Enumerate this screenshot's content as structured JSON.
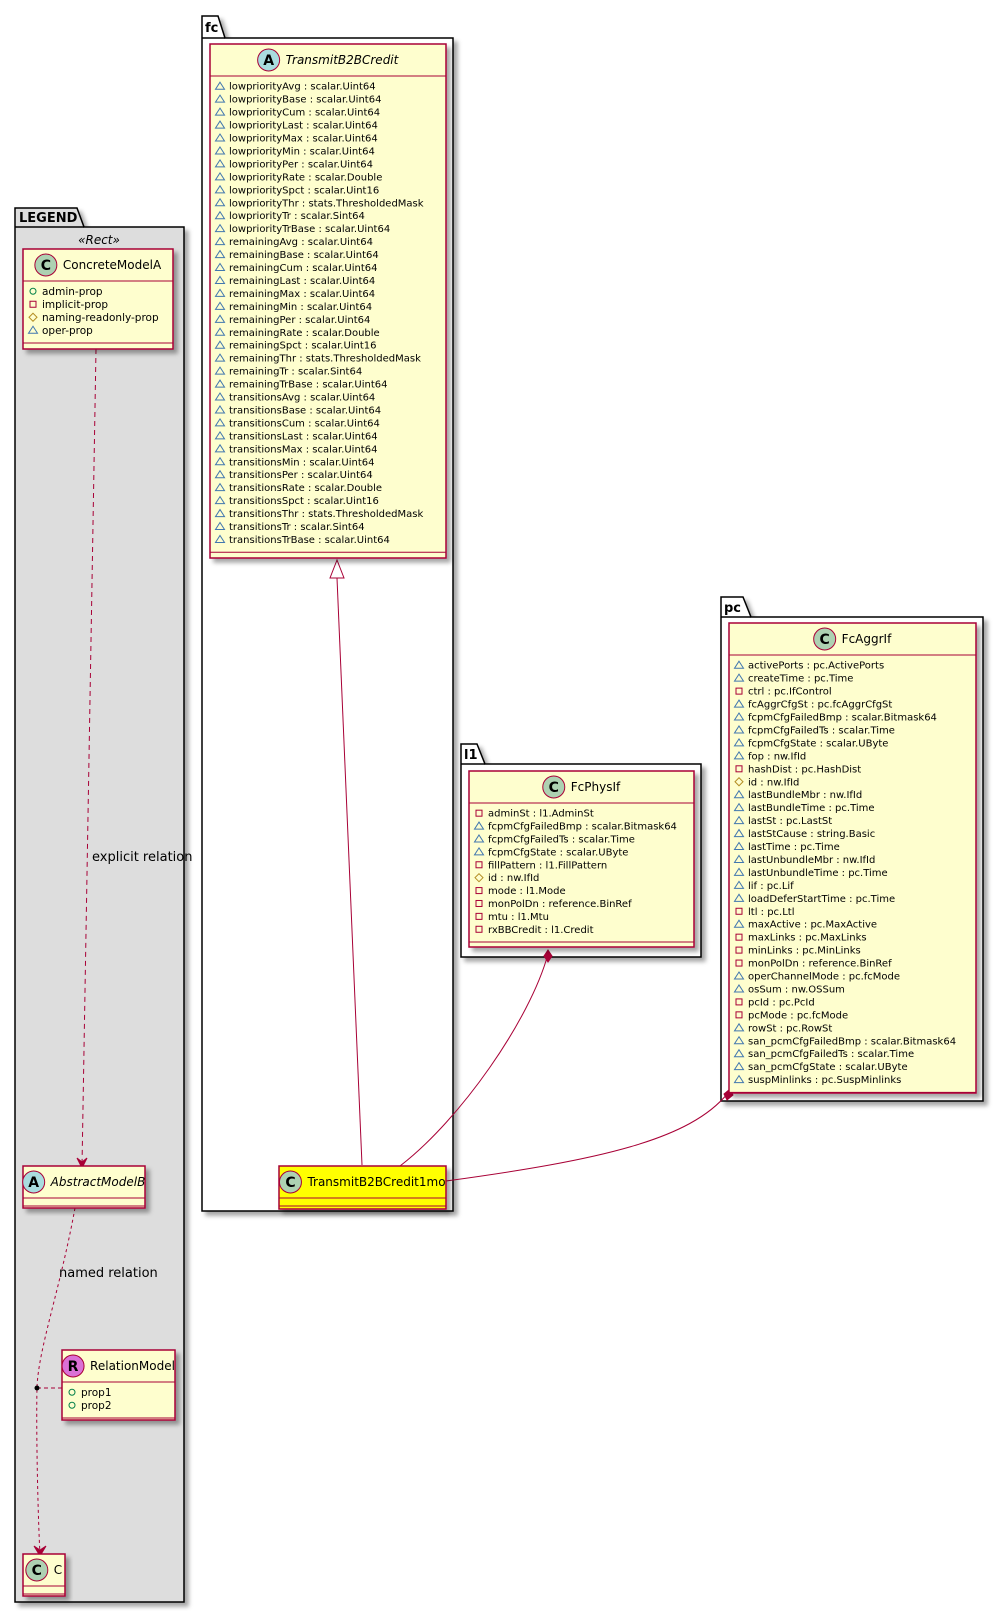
{
  "packages": {
    "legend": "LEGEND",
    "fc": "fc",
    "l1": "l1",
    "pc": "pc"
  },
  "colors": {
    "class_fill": "#fefece",
    "class_border": "#a80036",
    "highlight_fill": "#ffff00",
    "legend_fill": "#dddddd",
    "circle_c": "#add1b2",
    "circle_a": "#a9dcdf",
    "circle_r": "#da70d6",
    "edge": "#a80036"
  },
  "legend": {
    "stereotype": "«Rect»",
    "concrete": {
      "name": "ConcreteModelA",
      "circle": "C",
      "props": [
        {
          "vis": "public",
          "text": "admin-prop"
        },
        {
          "vis": "private",
          "text": "implicit-prop"
        },
        {
          "vis": "protected",
          "text": "naming-readonly-prop"
        },
        {
          "vis": "package",
          "text": "oper-prop"
        }
      ]
    },
    "abstract": {
      "name": "AbstractModelB",
      "circle": "A"
    },
    "relation": {
      "name": "RelationModel",
      "circle": "R",
      "props": [
        {
          "vis": "public",
          "text": "prop1"
        },
        {
          "vis": "public",
          "text": "prop2"
        }
      ]
    },
    "c": {
      "name": "C",
      "circle": "C"
    },
    "explicit_label": "explicit relation",
    "named_label": "named relation"
  },
  "classes": {
    "transmit": {
      "name": "TransmitB2BCredit",
      "circle": "A",
      "attrs": [
        "lowpriorityAvg : scalar.Uint64",
        "lowpriorityBase : scalar.Uint64",
        "lowpriorityCum : scalar.Uint64",
        "lowpriorityLast : scalar.Uint64",
        "lowpriorityMax : scalar.Uint64",
        "lowpriorityMin : scalar.Uint64",
        "lowpriorityPer : scalar.Uint64",
        "lowpriorityRate : scalar.Double",
        "lowprioritySpct : scalar.Uint16",
        "lowpriorityThr : stats.ThresholdedMask",
        "lowpriorityTr : scalar.Sint64",
        "lowpriorityTrBase : scalar.Uint64",
        "remainingAvg : scalar.Uint64",
        "remainingBase : scalar.Uint64",
        "remainingCum : scalar.Uint64",
        "remainingLast : scalar.Uint64",
        "remainingMax : scalar.Uint64",
        "remainingMin : scalar.Uint64",
        "remainingPer : scalar.Uint64",
        "remainingRate : scalar.Double",
        "remainingSpct : scalar.Uint16",
        "remainingThr : stats.ThresholdedMask",
        "remainingTr : scalar.Sint64",
        "remainingTrBase : scalar.Uint64",
        "transitionsAvg : scalar.Uint64",
        "transitionsBase : scalar.Uint64",
        "transitionsCum : scalar.Uint64",
        "transitionsLast : scalar.Uint64",
        "transitionsMax : scalar.Uint64",
        "transitionsMin : scalar.Uint64",
        "transitionsPer : scalar.Uint64",
        "transitionsRate : scalar.Double",
        "transitionsSpct : scalar.Uint16",
        "transitionsThr : stats.ThresholdedMask",
        "transitionsTr : scalar.Sint64",
        "transitionsTrBase : scalar.Uint64"
      ]
    },
    "transmit1mo": {
      "name": "TransmitB2BCredit1mo",
      "circle": "C"
    },
    "fcphys": {
      "name": "FcPhysIf",
      "circle": "C",
      "attrs": [
        {
          "vis": "private",
          "text": "adminSt : l1.AdminSt"
        },
        {
          "vis": "package",
          "text": "fcpmCfgFailedBmp : scalar.Bitmask64"
        },
        {
          "vis": "package",
          "text": "fcpmCfgFailedTs : scalar.Time"
        },
        {
          "vis": "package",
          "text": "fcpmCfgState : scalar.UByte"
        },
        {
          "vis": "private",
          "text": "fillPattern : l1.FillPattern"
        },
        {
          "vis": "protected",
          "text": "id : nw.IfId"
        },
        {
          "vis": "private",
          "text": "mode : l1.Mode"
        },
        {
          "vis": "private",
          "text": "monPolDn : reference.BinRef"
        },
        {
          "vis": "private",
          "text": "mtu : l1.Mtu"
        },
        {
          "vis": "private",
          "text": "rxBBCredit : l1.Credit"
        }
      ]
    },
    "fcaggr": {
      "name": "FcAggrIf",
      "circle": "C",
      "attrs": [
        {
          "vis": "package",
          "text": "activePorts : pc.ActivePorts"
        },
        {
          "vis": "package",
          "text": "createTime : pc.Time"
        },
        {
          "vis": "private",
          "text": "ctrl : pc.IfControl"
        },
        {
          "vis": "package",
          "text": "fcAggrCfgSt : pc.fcAggrCfgSt"
        },
        {
          "vis": "package",
          "text": "fcpmCfgFailedBmp : scalar.Bitmask64"
        },
        {
          "vis": "package",
          "text": "fcpmCfgFailedTs : scalar.Time"
        },
        {
          "vis": "package",
          "text": "fcpmCfgState : scalar.UByte"
        },
        {
          "vis": "package",
          "text": "fop : nw.IfId"
        },
        {
          "vis": "private",
          "text": "hashDist : pc.HashDist"
        },
        {
          "vis": "protected",
          "text": "id : nw.IfId"
        },
        {
          "vis": "package",
          "text": "lastBundleMbr : nw.IfId"
        },
        {
          "vis": "package",
          "text": "lastBundleTime : pc.Time"
        },
        {
          "vis": "package",
          "text": "lastSt : pc.LastSt"
        },
        {
          "vis": "package",
          "text": "lastStCause : string.Basic"
        },
        {
          "vis": "package",
          "text": "lastTime : pc.Time"
        },
        {
          "vis": "package",
          "text": "lastUnbundleMbr : nw.IfId"
        },
        {
          "vis": "package",
          "text": "lastUnbundleTime : pc.Time"
        },
        {
          "vis": "package",
          "text": "lif : pc.Lif"
        },
        {
          "vis": "package",
          "text": "loadDeferStartTime : pc.Time"
        },
        {
          "vis": "private",
          "text": "ltl : pc.Ltl"
        },
        {
          "vis": "package",
          "text": "maxActive : pc.MaxActive"
        },
        {
          "vis": "private",
          "text": "maxLinks : pc.MaxLinks"
        },
        {
          "vis": "private",
          "text": "minLinks : pc.MinLinks"
        },
        {
          "vis": "private",
          "text": "monPolDn : reference.BinRef"
        },
        {
          "vis": "package",
          "text": "operChannelMode : pc.fcMode"
        },
        {
          "vis": "package",
          "text": "osSum : nw.OSSum"
        },
        {
          "vis": "private",
          "text": "pcId : pc.PcId"
        },
        {
          "vis": "private",
          "text": "pcMode : pc.fcMode"
        },
        {
          "vis": "package",
          "text": "rowSt : pc.RowSt"
        },
        {
          "vis": "package",
          "text": "san_pcmCfgFailedBmp : scalar.Bitmask64"
        },
        {
          "vis": "package",
          "text": "san_pcmCfgFailedTs : scalar.Time"
        },
        {
          "vis": "package",
          "text": "san_pcmCfgState : scalar.UByte"
        },
        {
          "vis": "package",
          "text": "suspMinlinks : pc.SuspMinlinks"
        }
      ]
    }
  }
}
